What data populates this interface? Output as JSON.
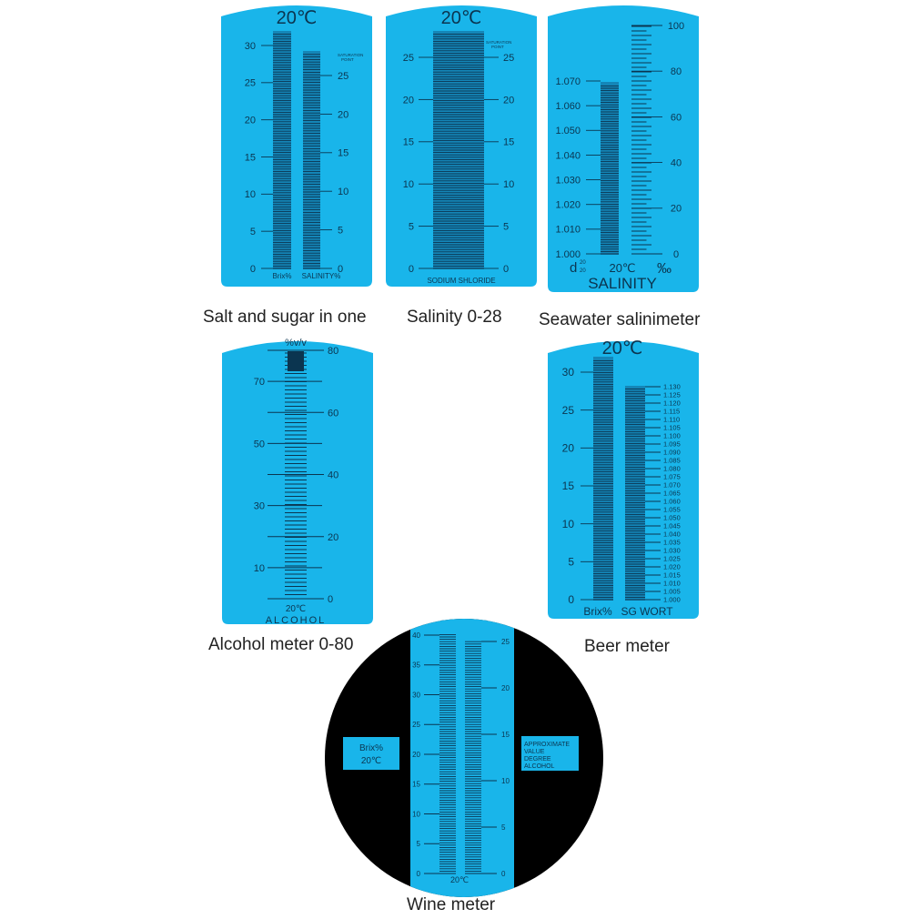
{
  "panels": {
    "salt_sugar": {
      "caption": "Salt and sugar in one",
      "temp": "20℃",
      "brix_ticks": [
        "0",
        "5",
        "10",
        "15",
        "20",
        "25",
        "30"
      ],
      "salinity_ticks": [
        "0",
        "5",
        "10",
        "15",
        "20",
        "25"
      ],
      "saturation_label": [
        "SATURATION",
        "POINT"
      ],
      "label_left": "Brix%",
      "label_right": "SALINITY%"
    },
    "salinity_028": {
      "caption": "Salinity 0-28",
      "temp": "20℃",
      "ticks": [
        "0",
        "5",
        "10",
        "15",
        "20",
        "25"
      ],
      "saturation_label": [
        "SATURATION",
        "POINT"
      ],
      "label_bottom": "SODIUM SHLORIDE"
    },
    "seawater": {
      "caption": "Seawater salinimeter",
      "sg_ticks": [
        "1.000",
        "1.010",
        "1.020",
        "1.030",
        "1.040",
        "1.050",
        "1.060",
        "1.070"
      ],
      "permille_ticks": [
        "0",
        "20",
        "40",
        "60",
        "80",
        "100"
      ],
      "label_d": "d",
      "label_d_sup": "20",
      "label_d_sub": "20",
      "label_temp": "20℃",
      "label_permille": "‰",
      "title": "SALINITY"
    },
    "alcohol": {
      "caption": "Alcohol meter 0-80",
      "unit": "%v/v",
      "left_ticks": [
        "10",
        "30",
        "50",
        "70"
      ],
      "right_ticks": [
        "0",
        "20",
        "40",
        "60",
        "80"
      ],
      "temp": "20℃",
      "title": "ALCOHOL"
    },
    "beer": {
      "caption": "Beer meter",
      "temp": "20℃",
      "brix_ticks": [
        "0",
        "5",
        "10",
        "15",
        "20",
        "25",
        "30"
      ],
      "sg_ticks": [
        "1.000",
        "1.005",
        "1.010",
        "1.015",
        "1.020",
        "1.025",
        "1.030",
        "1.035",
        "1.040",
        "1.045",
        "1.050",
        "1.055",
        "1.060",
        "1.065",
        "1.070",
        "1.075",
        "1.080",
        "1.085",
        "1.090",
        "1.095",
        "1.100",
        "1.105",
        "1.110",
        "1.115",
        "1.120",
        "1.125",
        "1.130"
      ],
      "label_left": "Brix%",
      "label_right": "SG WORT"
    },
    "wine": {
      "caption": "Wine meter",
      "brix_ticks": [
        "0",
        "5",
        "10",
        "15",
        "20",
        "25",
        "30",
        "35",
        "40"
      ],
      "alcohol_ticks": [
        "0",
        "5",
        "10",
        "15",
        "20",
        "25"
      ],
      "temp": "20℃",
      "left_box": [
        "Brix%",
        "20℃"
      ],
      "right_box": [
        "APPROXIMATE",
        "VALUE",
        "DEGREE",
        "ALCOHOL"
      ]
    }
  },
  "colors": {
    "blue": "#19b5ea",
    "ink": "#0b3550",
    "black": "#000000"
  }
}
